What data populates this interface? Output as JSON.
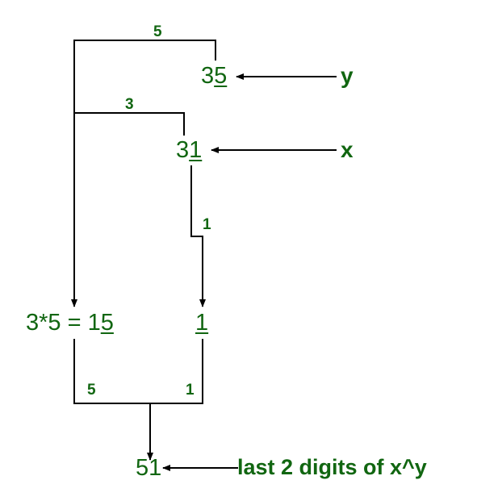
{
  "diagram": {
    "y_value": {
      "prefix": "3",
      "last_digit": "5"
    },
    "x_value": {
      "prefix": "3",
      "last_digit": "1"
    },
    "y_label": "y",
    "x_label": "x",
    "edge_labels": {
      "top_y": "5",
      "top_x": "3",
      "x_down": "1",
      "bottom_left": "5",
      "bottom_right": "1"
    },
    "product": {
      "prefix": "3*5 = 1",
      "last_digit": "5"
    },
    "carry_digit": {
      "prefix": "",
      "last_digit": "1"
    },
    "result": "51",
    "result_label": "last 2 digits of x^y",
    "colors": {
      "text": "#116611",
      "lines": "#000000",
      "background": "#ffffff"
    }
  }
}
